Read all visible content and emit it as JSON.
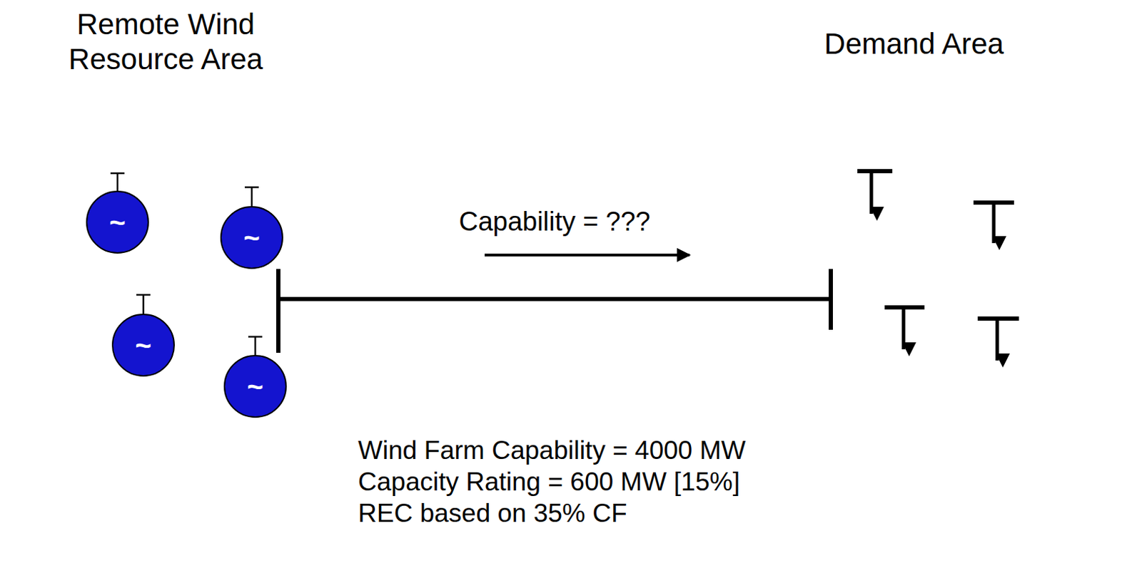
{
  "diagram": {
    "nodes": [
      {
        "text": [
          "Remote Wind Resource Area"
        ]
      },
      {
        "text": [
          "Demand Area"
        ]
      },
      {
        "text": [
          "~"
        ],
        "in": 0
      },
      {
        "text": [
          "~"
        ],
        "in": 0
      },
      {
        "text": [
          "~"
        ],
        "in": 0
      },
      {
        "text": [
          "~"
        ],
        "in": 0
      }
    ],
    "edges": [
      {
        "from": 0,
        "to": 1,
        "arrow": "none",
        "label": "Capability = ???"
      }
    ],
    "labels": [
      "Wind Farm Capability = 4000 MW",
      "Capacity Rating = 600 MW [15%]",
      "REC based on 35% CF"
    ]
  }
}
